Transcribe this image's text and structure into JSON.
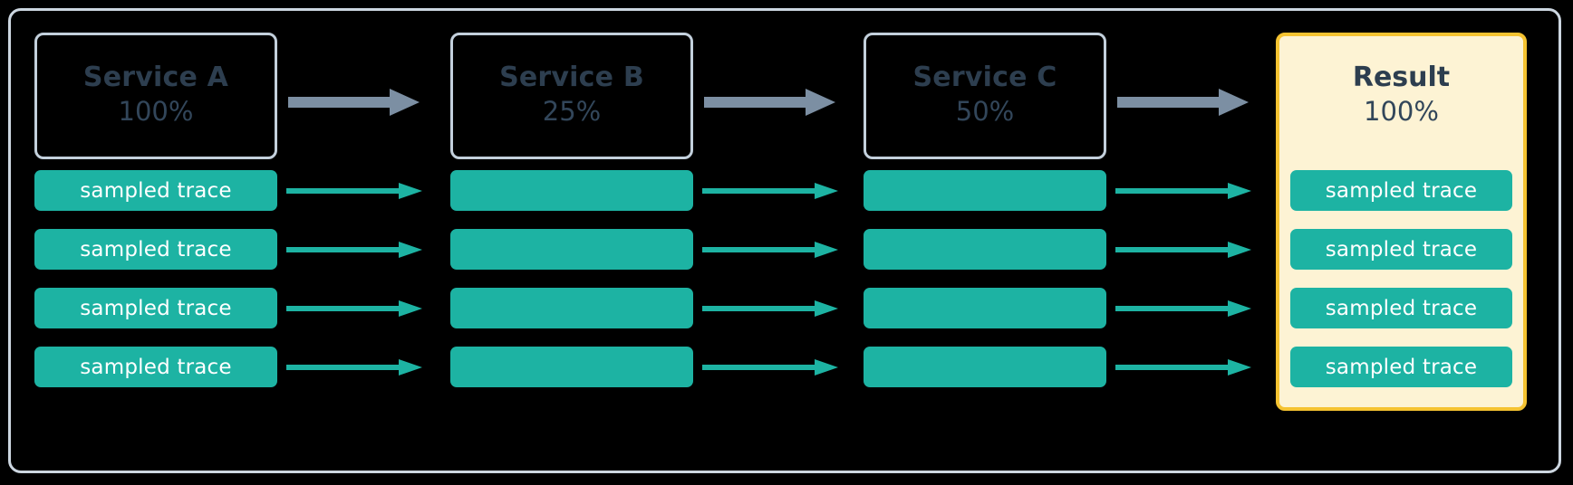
{
  "diagram": {
    "title": "sampling pipeline",
    "background_color": "#000000",
    "frame_border_color": "#ccd6e0",
    "trace_bar_color": "#1db3a3",
    "gray_arrow_color": "#7c8fa3",
    "teal_arrow_color": "#1db3a3",
    "result_fill_color": "#fdf3d4",
    "result_border_color": "#f5c331",
    "service_text_color": "#2d3e4f"
  },
  "services": [
    {
      "name": "Service A",
      "percent": "100%"
    },
    {
      "name": "Service B",
      "percent": "25%"
    },
    {
      "name": "Service C",
      "percent": "50%"
    },
    {
      "name": "Result",
      "percent": "100%"
    }
  ],
  "trace_rows": [
    {
      "cells": [
        {
          "label": "sampled trace"
        },
        {
          "label": ""
        },
        {
          "label": ""
        },
        {
          "label": "sampled trace"
        }
      ]
    },
    {
      "cells": [
        {
          "label": "sampled trace"
        },
        {
          "label": ""
        },
        {
          "label": ""
        },
        {
          "label": "sampled trace"
        }
      ]
    },
    {
      "cells": [
        {
          "label": "sampled trace"
        },
        {
          "label": ""
        },
        {
          "label": ""
        },
        {
          "label": "sampled trace"
        }
      ]
    },
    {
      "cells": [
        {
          "label": "sampled trace"
        },
        {
          "label": ""
        },
        {
          "label": ""
        },
        {
          "label": "sampled trace"
        }
      ]
    }
  ],
  "icons": {
    "header_arrow": "arrow-right-icon",
    "trace_arrow": "arrow-right-icon"
  }
}
